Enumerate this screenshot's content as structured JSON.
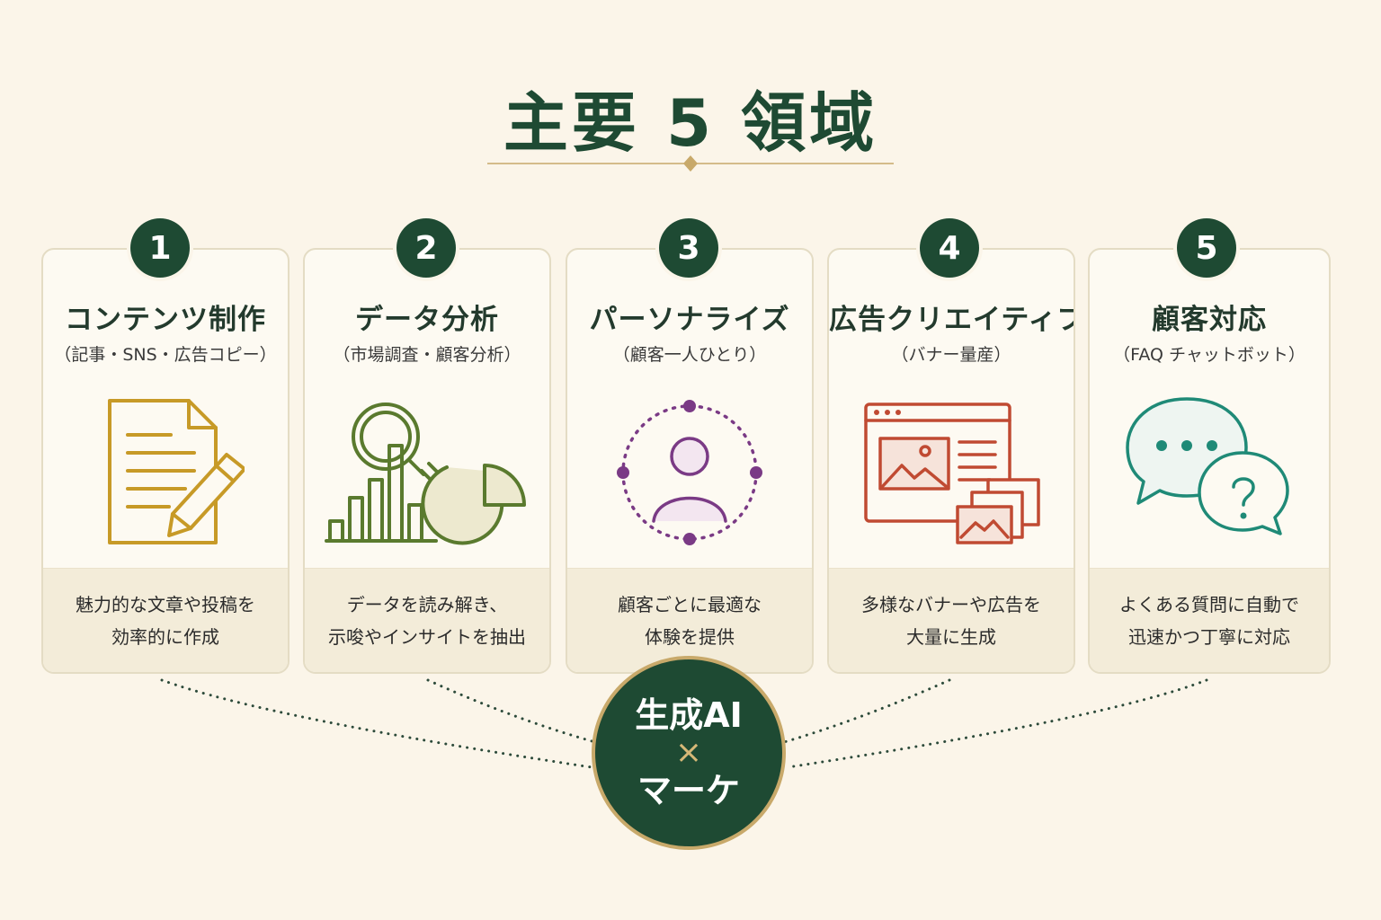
{
  "title": "主要 5 領域",
  "colors": {
    "background": "#fbf5e9",
    "primary_green": "#1e4a33",
    "gold": "#c8a96a"
  },
  "cards": [
    {
      "number": "1",
      "title": "コンテンツ制作",
      "subtitle": "（記事・SNS・広告コピー）",
      "icon": "document-pencil-icon",
      "icon_color": "#c79a27",
      "desc_line1": "魅力的な文章や投稿を",
      "desc_line2": "効率的に作成"
    },
    {
      "number": "2",
      "title": "データ分析",
      "subtitle": "（市場調査・顧客分析）",
      "icon": "analytics-chart-icon",
      "icon_color": "#5a7a2e",
      "desc_line1": "データを読み解き、",
      "desc_line2": "示唆やインサイトを抽出"
    },
    {
      "number": "3",
      "title": "パーソナライズ",
      "subtitle": "（顧客一人ひとり）",
      "icon": "person-orbit-icon",
      "icon_color": "#7a3a85",
      "desc_line1": "顧客ごとに最適な",
      "desc_line2": "体験を提供"
    },
    {
      "number": "4",
      "title": "広告クリエイティブ",
      "subtitle": "（バナー量産）",
      "icon": "banner-browser-icon",
      "icon_color": "#c04a32",
      "desc_line1": "多様なバナーや広告を",
      "desc_line2": "大量に生成"
    },
    {
      "number": "5",
      "title": "顧客対応",
      "subtitle": "（FAQ チャットボット）",
      "icon": "chat-bubbles-icon",
      "icon_color": "#1f8a77",
      "desc_line1": "よくある質問に自動で",
      "desc_line2": "迅速かつ丁寧に対応"
    }
  ],
  "hub": {
    "line1": "生成AI",
    "symbol": "×",
    "line2": "マーケ"
  }
}
